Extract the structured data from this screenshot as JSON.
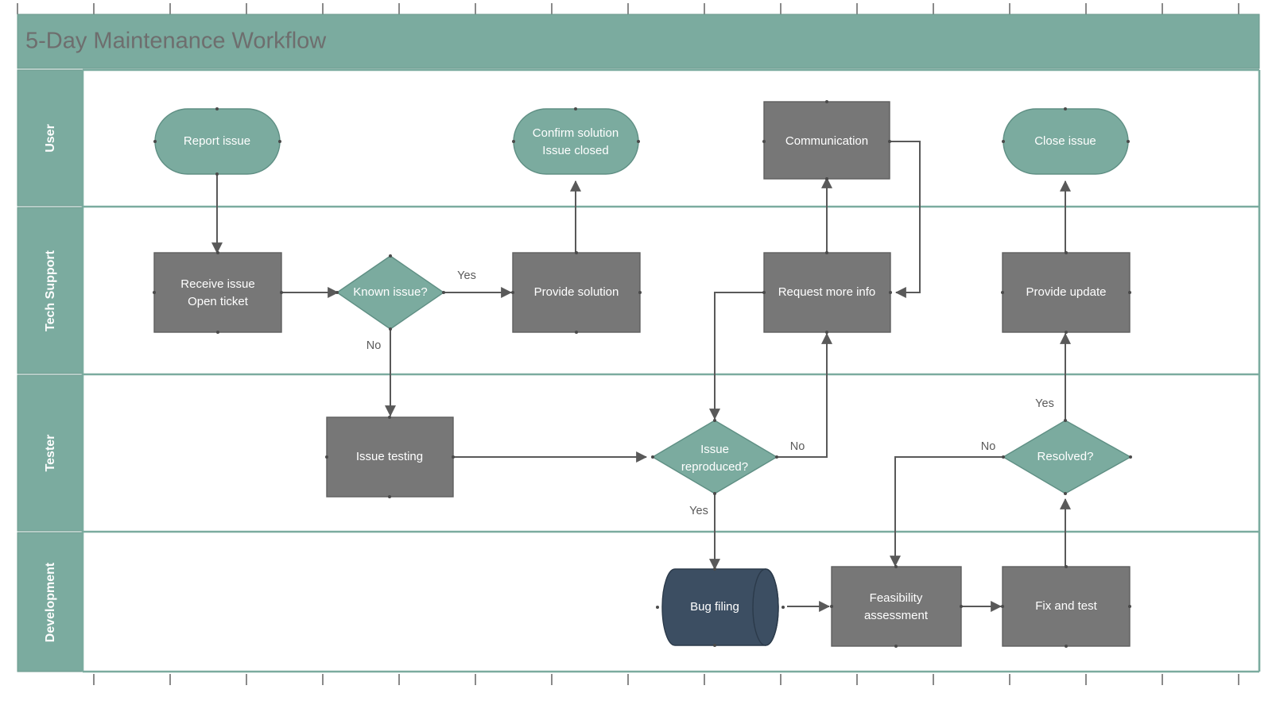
{
  "title": "5-Day Maintenance Workflow",
  "colors": {
    "accent_teal": "#7bab9f",
    "process_gray": "#777777",
    "data_navy": "#3c4e62",
    "connector": "#595959",
    "title_text": "#6e6e6e",
    "node_text": "#ffffff",
    "canvas": "#ffffff"
  },
  "lanes": [
    {
      "id": "user",
      "label": "User"
    },
    {
      "id": "tech-support",
      "label": "Tech Support"
    },
    {
      "id": "tester",
      "label": "Tester"
    },
    {
      "id": "development",
      "label": "Development"
    }
  ],
  "chart_data": {
    "type": "diagram",
    "diagram_kind": "swimlane-flowchart",
    "title": "5-Day Maintenance Workflow",
    "lanes": [
      "User",
      "Tech Support",
      "Tester",
      "Development"
    ],
    "nodes": [
      {
        "id": "report-issue",
        "label": "Report issue",
        "lane": "User",
        "shape": "rounded",
        "color": "#7bab9f"
      },
      {
        "id": "confirm-solution",
        "label": "Confirm solution\nIssue closed",
        "lane": "User",
        "shape": "rounded",
        "color": "#7bab9f"
      },
      {
        "id": "communication",
        "label": "Communication",
        "lane": "User",
        "shape": "rectangle",
        "color": "#777777"
      },
      {
        "id": "close-issue",
        "label": "Close issue",
        "lane": "User",
        "shape": "rounded",
        "color": "#7bab9f"
      },
      {
        "id": "receive-issue",
        "label": "Receive issue\nOpen ticket",
        "lane": "Tech Support",
        "shape": "rectangle",
        "color": "#777777"
      },
      {
        "id": "known-issue",
        "label": "Known issue?",
        "lane": "Tech Support",
        "shape": "diamond",
        "color": "#7bab9f"
      },
      {
        "id": "provide-solution",
        "label": "Provide solution",
        "lane": "Tech Support",
        "shape": "rectangle",
        "color": "#777777"
      },
      {
        "id": "request-more-info",
        "label": "Request more info",
        "lane": "Tech Support",
        "shape": "rectangle",
        "color": "#777777"
      },
      {
        "id": "provide-update",
        "label": "Provide update",
        "lane": "Tech Support",
        "shape": "rectangle",
        "color": "#777777"
      },
      {
        "id": "issue-testing",
        "label": "Issue testing",
        "lane": "Tester",
        "shape": "rectangle",
        "color": "#777777"
      },
      {
        "id": "issue-reproduced",
        "label": "Issue\nreproduced?",
        "lane": "Tester",
        "shape": "diamond",
        "color": "#7bab9f"
      },
      {
        "id": "resolved",
        "label": "Resolved?",
        "lane": "Tester",
        "shape": "diamond",
        "color": "#7bab9f"
      },
      {
        "id": "bug-filing",
        "label": "Bug filing",
        "lane": "Development",
        "shape": "cylinder",
        "color": "#3c4e62"
      },
      {
        "id": "feasibility-assessment",
        "label": "Feasibility\nassessment",
        "lane": "Development",
        "shape": "rectangle",
        "color": "#777777"
      },
      {
        "id": "fix-and-test",
        "label": "Fix and test",
        "lane": "Development",
        "shape": "rectangle",
        "color": "#777777"
      }
    ],
    "edges": [
      {
        "from": "report-issue",
        "to": "receive-issue",
        "label": ""
      },
      {
        "from": "receive-issue",
        "to": "known-issue",
        "label": ""
      },
      {
        "from": "known-issue",
        "to": "provide-solution",
        "label": "Yes"
      },
      {
        "from": "known-issue",
        "to": "issue-testing",
        "label": "No"
      },
      {
        "from": "provide-solution",
        "to": "confirm-solution",
        "label": ""
      },
      {
        "from": "issue-testing",
        "to": "issue-reproduced",
        "label": ""
      },
      {
        "from": "request-more-info",
        "to": "issue-reproduced",
        "label": ""
      },
      {
        "from": "issue-reproduced",
        "to": "request-more-info",
        "label": "No"
      },
      {
        "from": "issue-reproduced",
        "to": "bug-filing",
        "label": "Yes"
      },
      {
        "from": "request-more-info",
        "to": "communication",
        "label": ""
      },
      {
        "from": "communication",
        "to": "request-more-info",
        "label": ""
      },
      {
        "from": "bug-filing",
        "to": "feasibility-assessment",
        "label": ""
      },
      {
        "from": "feasibility-assessment",
        "to": "fix-and-test",
        "label": ""
      },
      {
        "from": "fix-and-test",
        "to": "resolved",
        "label": ""
      },
      {
        "from": "resolved",
        "to": "provide-update",
        "label": "Yes"
      },
      {
        "from": "resolved",
        "to": "feasibility-assessment",
        "label": "No"
      },
      {
        "from": "provide-update",
        "to": "close-issue",
        "label": ""
      }
    ]
  },
  "nodes": {
    "report_issue": "Report issue",
    "confirm_solution_l1": "Confirm solution",
    "confirm_solution_l2": "Issue closed",
    "communication": "Communication",
    "close_issue": "Close issue",
    "receive_issue_l1": "Receive issue",
    "receive_issue_l2": "Open ticket",
    "known_issue": "Known issue?",
    "provide_solution": "Provide solution",
    "request_more_info": "Request more info",
    "provide_update": "Provide update",
    "issue_testing": "Issue testing",
    "issue_reproduced_l1": "Issue",
    "issue_reproduced_l2": "reproduced?",
    "resolved": "Resolved?",
    "bug_filing": "Bug filing",
    "feasibility_l1": "Feasibility",
    "feasibility_l2": "assessment",
    "fix_and_test": "Fix and test"
  },
  "edge_labels": {
    "known_yes": "Yes",
    "known_no": "No",
    "reproduced_no": "No",
    "reproduced_yes": "Yes",
    "resolved_yes": "Yes",
    "resolved_no": "No"
  }
}
